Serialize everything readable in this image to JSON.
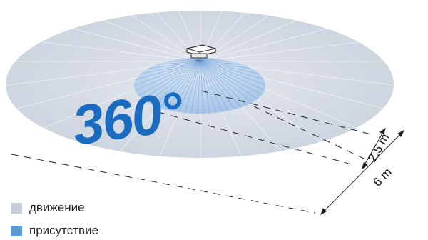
{
  "headline": "360°",
  "dimensions": {
    "inner": "2,5 m",
    "outer": "6 m"
  },
  "legend": [
    {
      "label": "движение",
      "color": "#c5ccd8"
    },
    {
      "label": "присутствие",
      "color": "#5b9bd3"
    }
  ],
  "colors": {
    "motion_zone": "#cdd6e3",
    "presence_zone": "#8fb4de",
    "headline": "#1b6cc0"
  },
  "icons": [
    "presence-motion-sensor-icon"
  ]
}
